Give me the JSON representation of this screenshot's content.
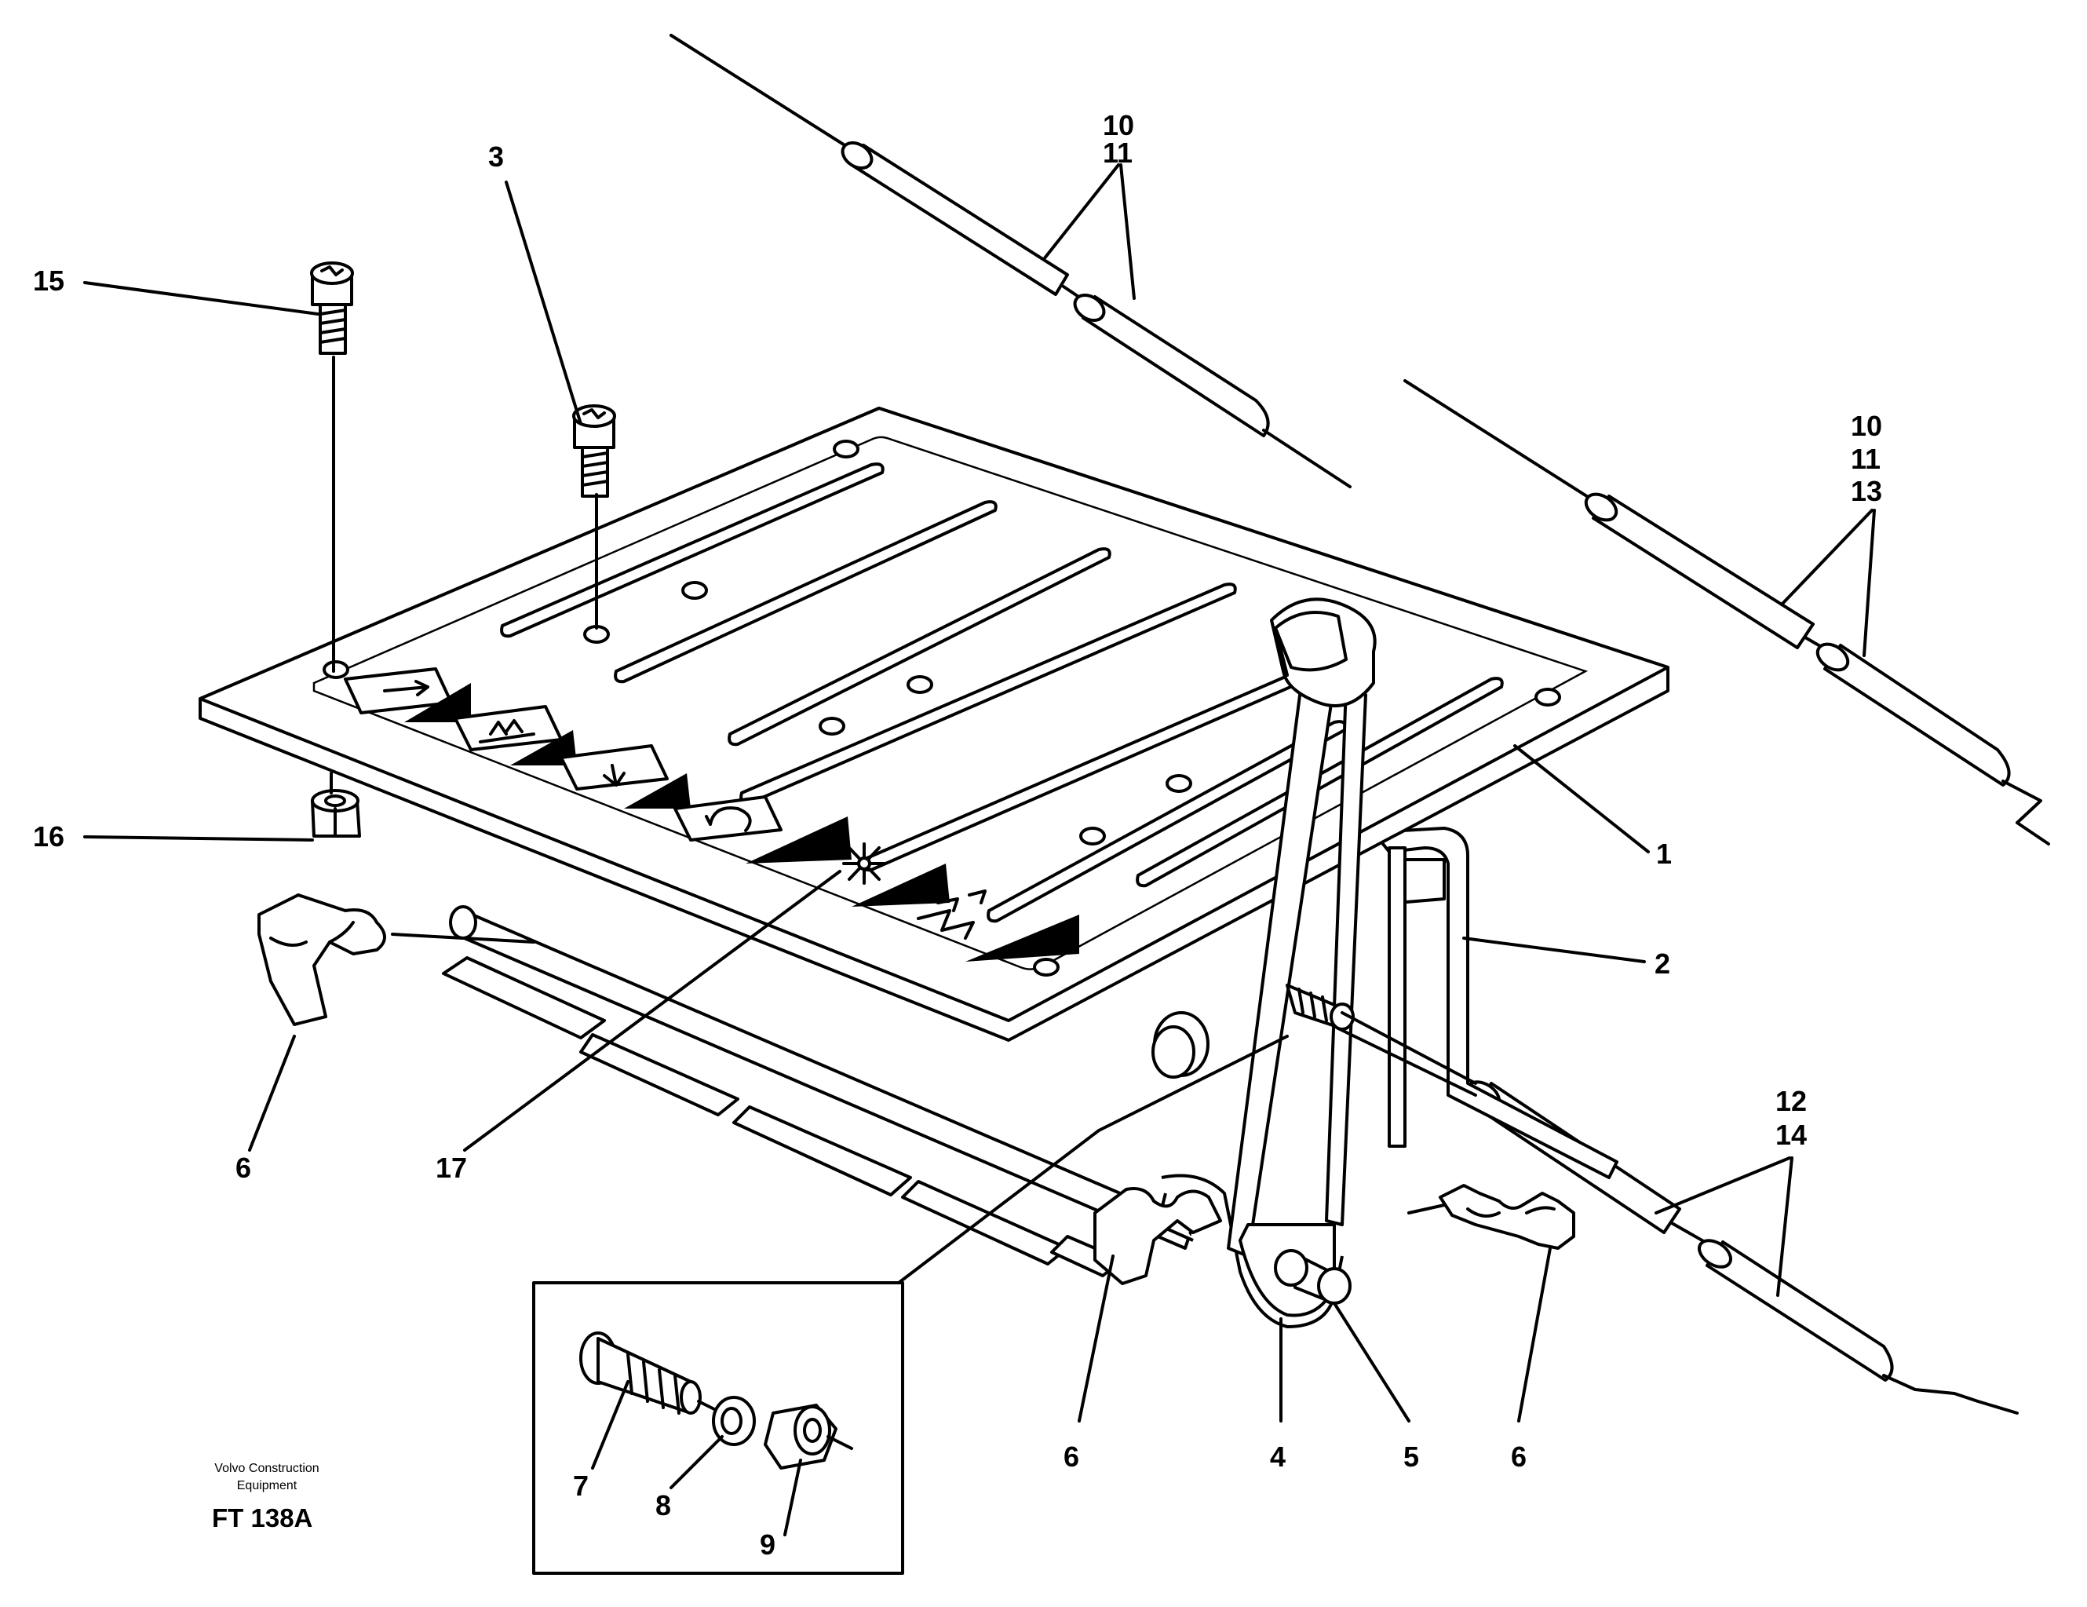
{
  "labels": {
    "l1": "1",
    "l2": "2",
    "l3": "3",
    "l4": "4",
    "l5": "5",
    "l6a": "6",
    "l6b": "6",
    "l6c": "6",
    "l7": "7",
    "l8": "8",
    "l9": "9",
    "l10a": "10",
    "l11a": "11",
    "l10b": "10",
    "l11b": "11",
    "l13": "13",
    "l12": "12",
    "l14": "14",
    "l15": "15",
    "l16": "16",
    "l17": "17"
  },
  "credit": {
    "line1": "Volvo Construction",
    "line2": "Equipment"
  },
  "drawing_code": "FT 138A"
}
